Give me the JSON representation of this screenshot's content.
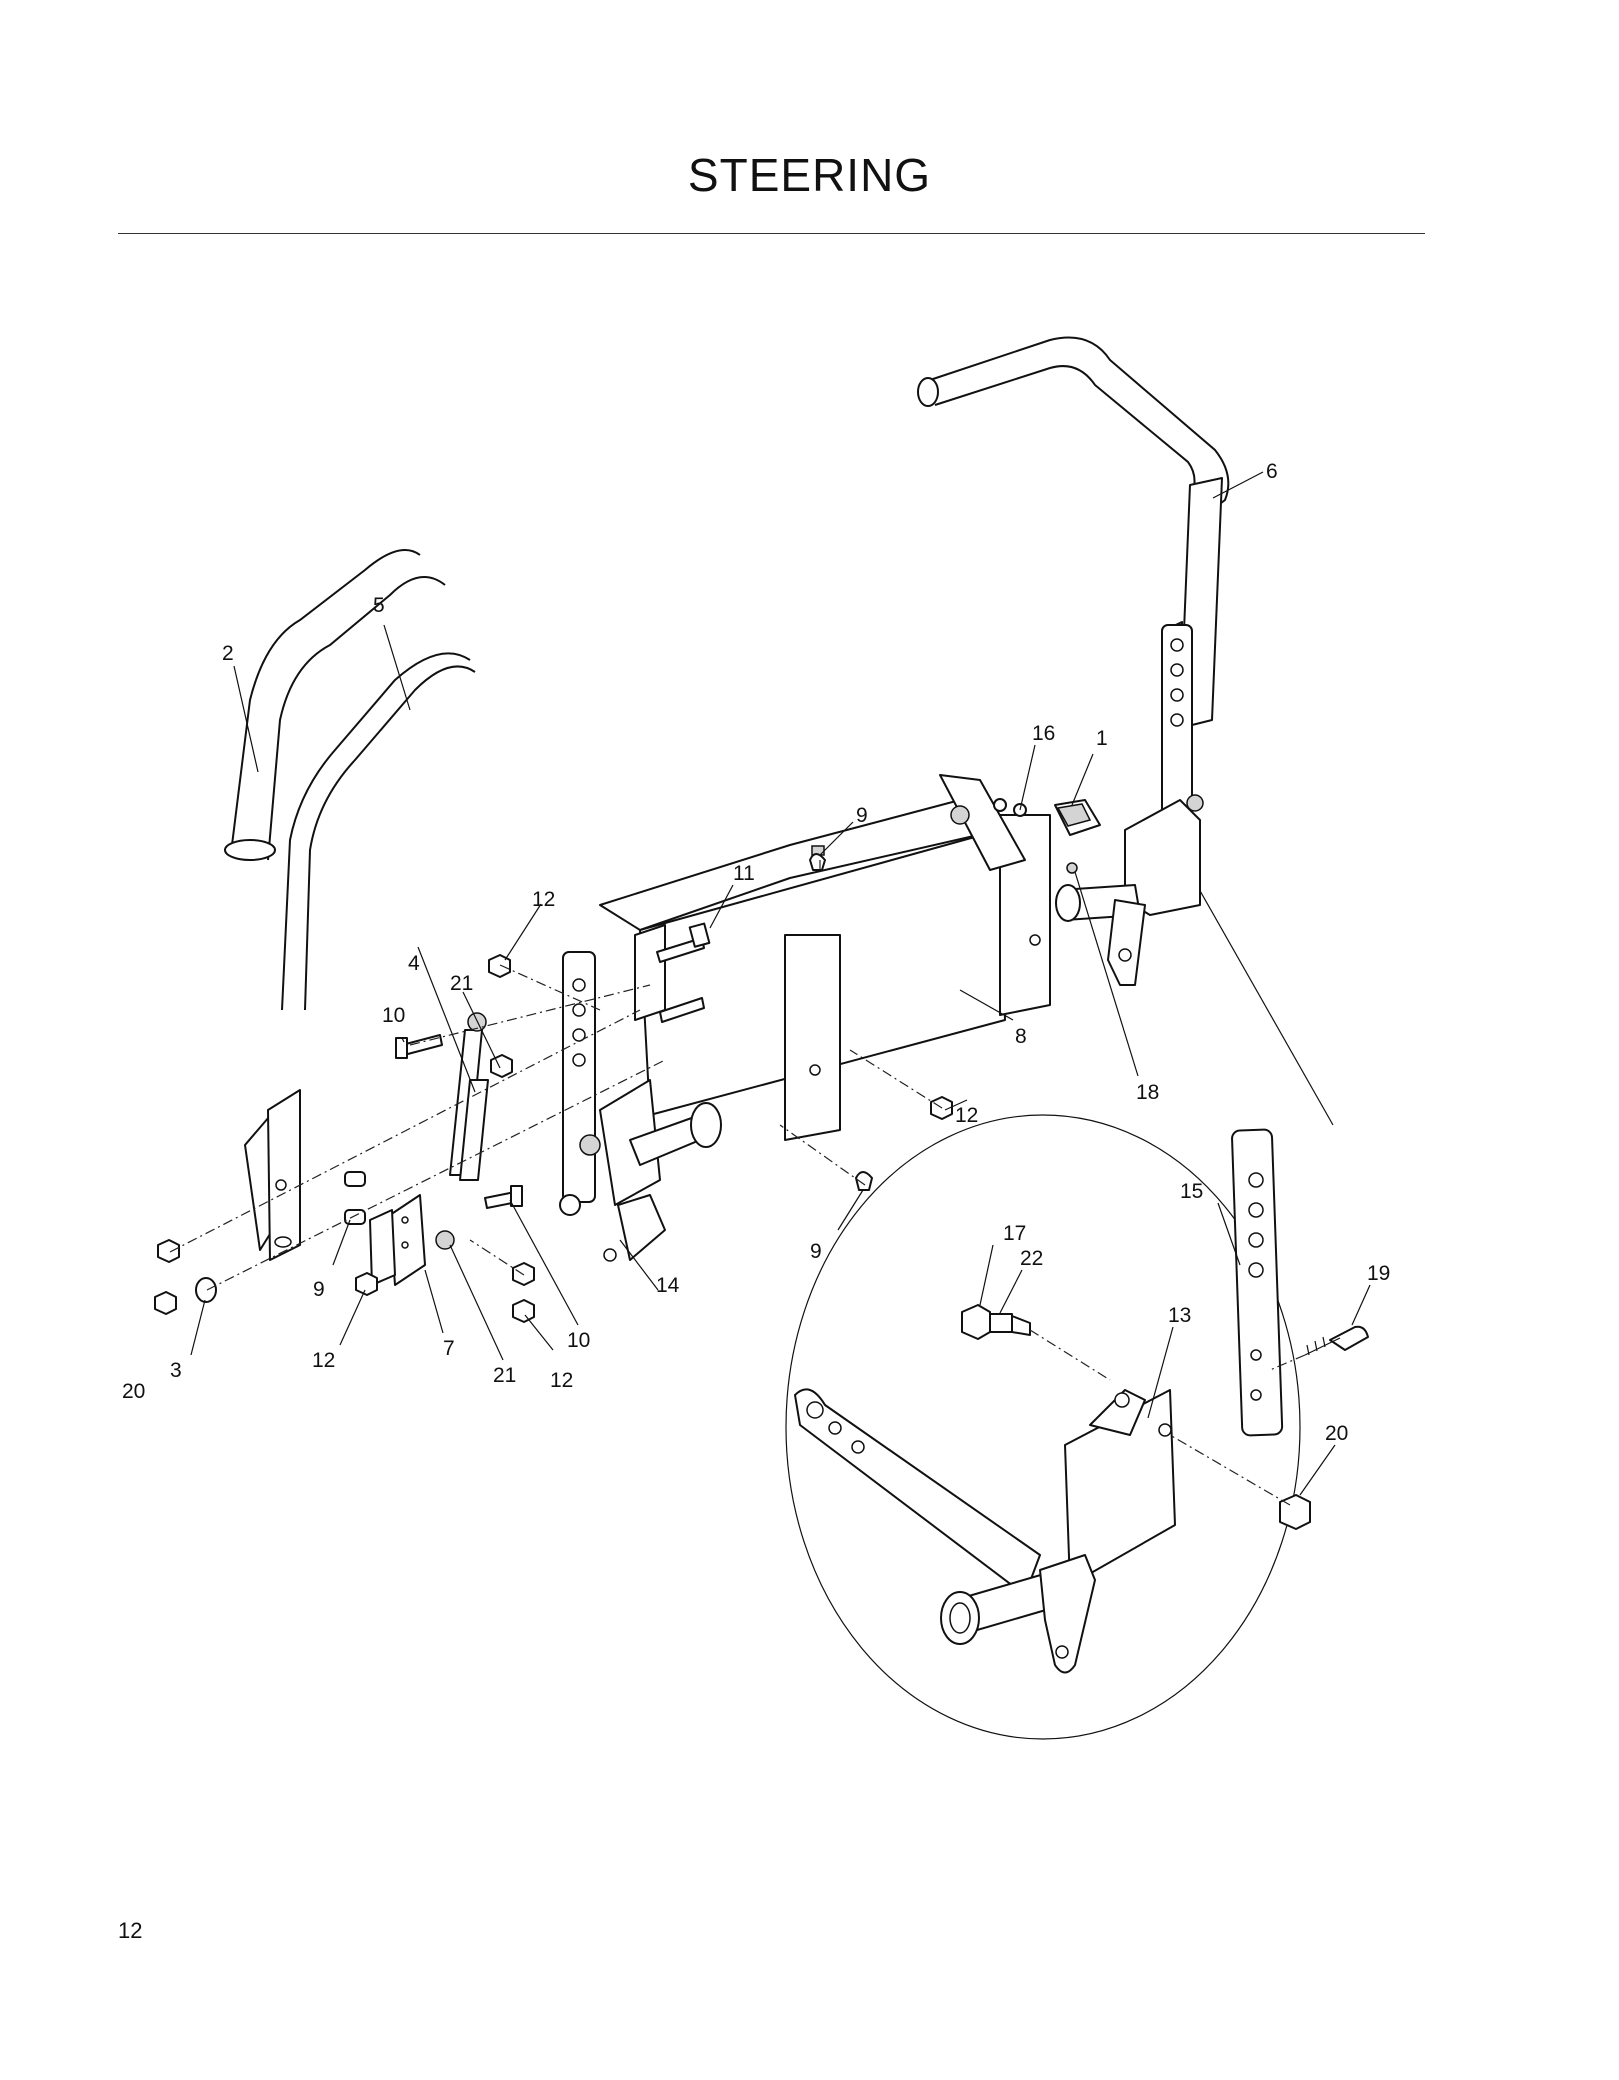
{
  "page": {
    "title": "STEERING",
    "page_number": "12"
  },
  "callouts": [
    {
      "id": "c1",
      "text": "1"
    },
    {
      "id": "c2",
      "text": "2"
    },
    {
      "id": "c3",
      "text": "3"
    },
    {
      "id": "c4",
      "text": "4"
    },
    {
      "id": "c5",
      "text": "5"
    },
    {
      "id": "c6",
      "text": "6"
    },
    {
      "id": "c7",
      "text": "7"
    },
    {
      "id": "c8",
      "text": "8"
    },
    {
      "id": "c9a",
      "text": "9"
    },
    {
      "id": "c9b",
      "text": "9"
    },
    {
      "id": "c9c",
      "text": "9"
    },
    {
      "id": "c10a",
      "text": "10"
    },
    {
      "id": "c10b",
      "text": "10"
    },
    {
      "id": "c11",
      "text": "11"
    },
    {
      "id": "c12a",
      "text": "12"
    },
    {
      "id": "c12b",
      "text": "12"
    },
    {
      "id": "c12c",
      "text": "12"
    },
    {
      "id": "c12d",
      "text": "12"
    },
    {
      "id": "c13",
      "text": "13"
    },
    {
      "id": "c14",
      "text": "14"
    },
    {
      "id": "c15",
      "text": "15"
    },
    {
      "id": "c16",
      "text": "16"
    },
    {
      "id": "c17",
      "text": "17"
    },
    {
      "id": "c18",
      "text": "18"
    },
    {
      "id": "c19",
      "text": "19"
    },
    {
      "id": "c20a",
      "text": "20"
    },
    {
      "id": "c20b",
      "text": "20"
    },
    {
      "id": "c21a",
      "text": "21"
    },
    {
      "id": "c21b",
      "text": "21"
    },
    {
      "id": "c22",
      "text": "22"
    }
  ]
}
